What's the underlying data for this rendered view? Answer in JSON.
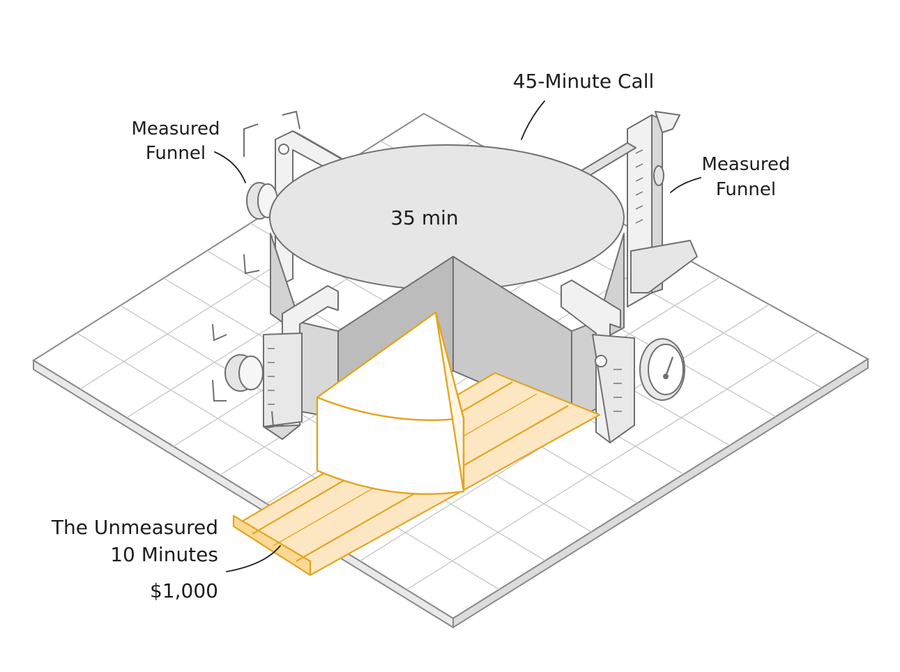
{
  "labels": {
    "call_title": "45-Minute Call",
    "measured_portion": "35 min",
    "funnel_left_line1": "Measured",
    "funnel_left_line2": "Funnel",
    "funnel_right_line1": "Measured",
    "funnel_right_line2": "Funnel",
    "unmeasured_line1": "The Unmeasured",
    "unmeasured_line2": "10 Minutes",
    "unmeasured_value": "$1,000"
  },
  "colors": {
    "grid_line": "#bdbdbd",
    "plate_edge": "#8a8a8a",
    "cylinder_top": "#e6e6e6",
    "cylinder_side": "#d2d2d2",
    "cut_face": "#c6c6c6",
    "clamp_fill": "#f1f1f1",
    "clamp_stroke": "#6f6f6f",
    "highlight_stroke": "#e3a51f",
    "highlight_fill": "#fde7c2",
    "wedge_fill": "#ffffff"
  },
  "icons": [
    "knob-icon",
    "dial-gauge-icon",
    "caliper-icon",
    "clamp-icon",
    "rail-icon",
    "pie-wedge-icon"
  ]
}
